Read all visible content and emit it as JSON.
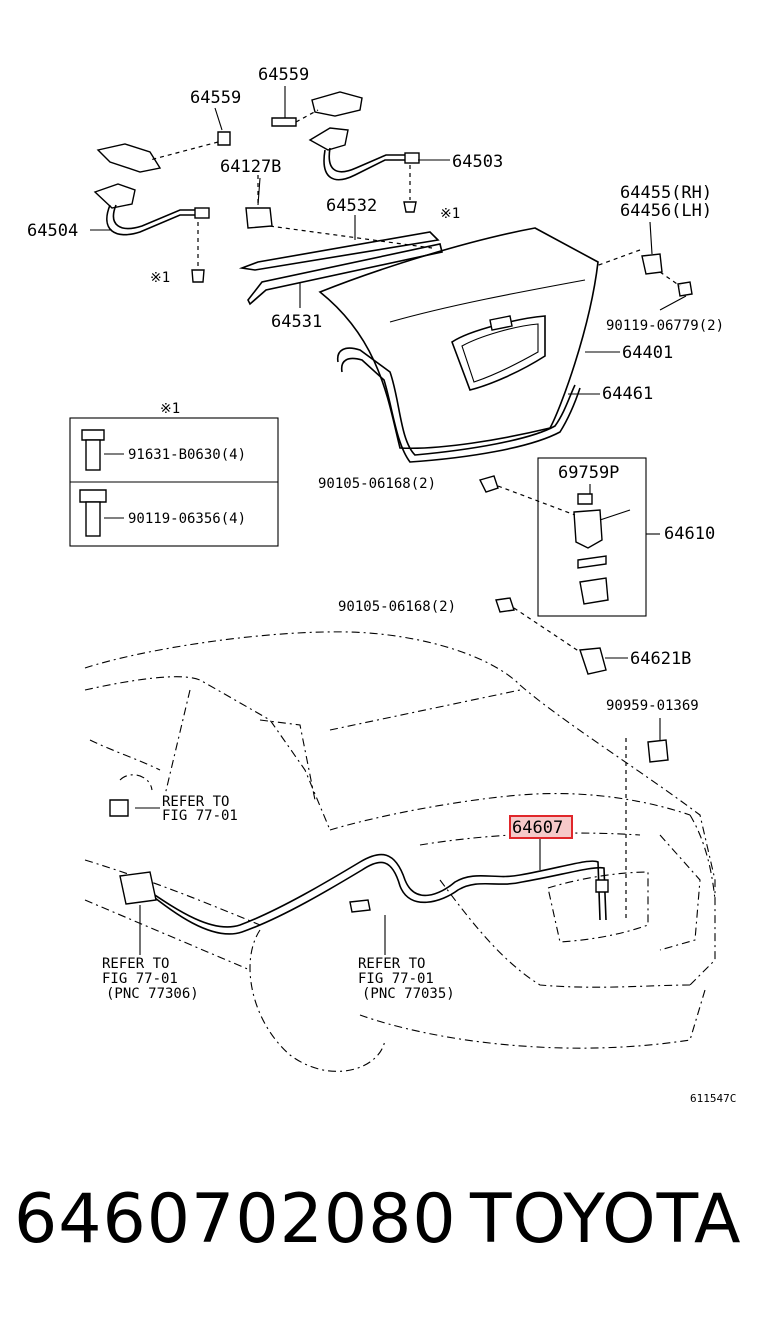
{
  "labels": {
    "p64559a": "64559",
    "p64559b": "64559",
    "p64503": "64503",
    "p64127b": "64127B",
    "p64532": "64532",
    "p64504": "64504",
    "note_mark_a": "※1",
    "note_mark_b": "※1",
    "p64531": "64531",
    "p64455": "64455(RH)",
    "p64456": "64456(LH)",
    "p90119_06779": "90119-06779(2)",
    "p64401": "64401",
    "p64461": "64461",
    "legend_title": "※1",
    "legend_row1": "91631-B0630(4)",
    "legend_row2": "90119-06356(4)",
    "p90105_a": "90105-06168(2)",
    "p69759p": "69759P",
    "p64610": "64610",
    "p90105_b": "90105-06168(2)",
    "p64621b": "64621B",
    "p90959": "90959-01369",
    "refer1_l1": "REFER TO",
    "refer1_l2": "FIG 77-01",
    "p64607": "64607",
    "refer2_l1": "REFER TO",
    "refer2_l2": "FIG 77-01",
    "refer2_l3": "(PNC 77306)",
    "refer3_l1": "REFER TO",
    "refer3_l2": "FIG 77-01",
    "refer3_l3": "(PNC 77035)",
    "drawing_code": "611547C"
  },
  "footer": {
    "part_number": "6460702080",
    "brand": "TOYOTA"
  },
  "highlight_color": "#e0262a"
}
